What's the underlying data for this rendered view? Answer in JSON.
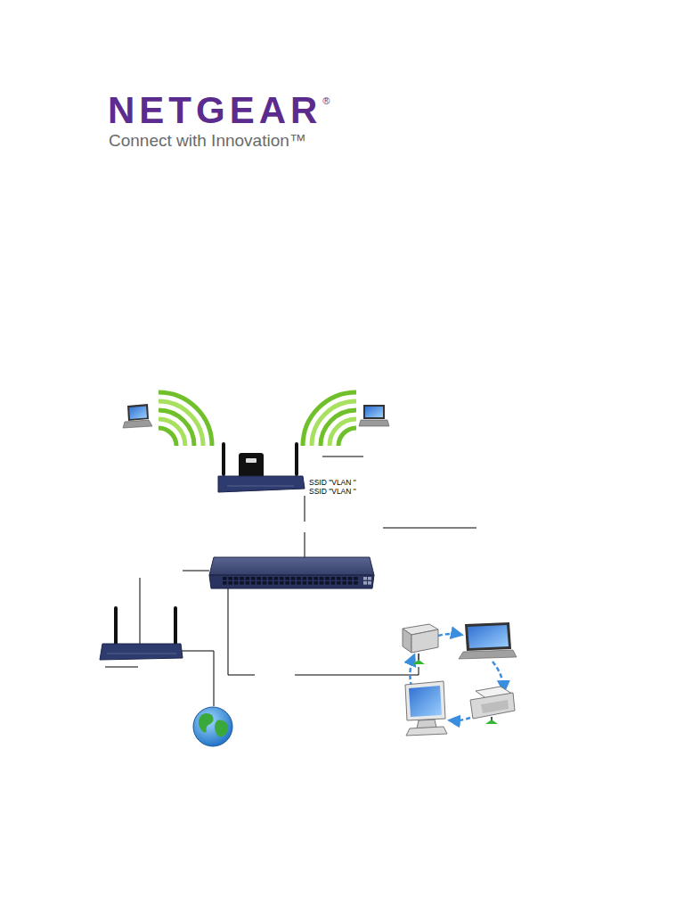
{
  "diagram": {
    "labels": [
      "NETGEAR",
      "®",
      "Connect with Innovation™",
      "SSID \"VLAN \"",
      "SSID \"VLAN \""
    ]
  }
}
